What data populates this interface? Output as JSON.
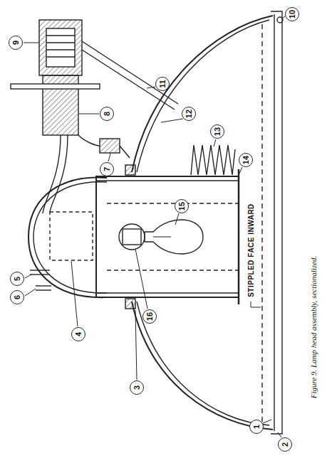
{
  "diagram": {
    "caption": "Figure 9. Lamp head assembly, sectionalized.",
    "labels": [
      "9",
      "10",
      "8",
      "11",
      "7",
      "12",
      "13",
      "14",
      "5",
      "6",
      "15",
      "4",
      "16",
      "3",
      "1",
      "2",
      "STIPPLED FACE INWARD"
    ]
  }
}
